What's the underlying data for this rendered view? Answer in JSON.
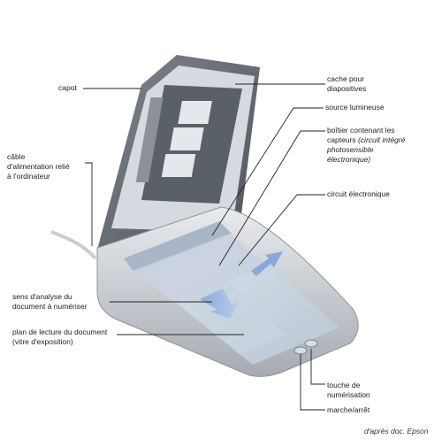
{
  "diagram": {
    "labels": {
      "capot": "capot",
      "cable_line1": "câble",
      "cable_line2": "d'alimentation relié",
      "cable_line3": "à l'ordinateur",
      "cache_line1": "cache pour",
      "cache_line2": "diapositives",
      "source": "source lumineuse",
      "boitier_line1": "boîtier contenant les",
      "boitier_line2_plain": "capteurs ",
      "boitier_line2_italic": "(circuit intégré",
      "boitier_line3": "photosensible",
      "boitier_line4": "électronique)",
      "circuit": "circuit électronique",
      "sens_line1": "sens d'analyse du",
      "sens_line2": "document à numériser",
      "plan_line1": "plan de lecture du document",
      "plan_line2": "(vitre d'exposition)",
      "touche_line1": "touche de",
      "touche_line2": "numérisation",
      "marche": "marche/arrêt"
    },
    "credit": "d'après doc. Epson"
  }
}
